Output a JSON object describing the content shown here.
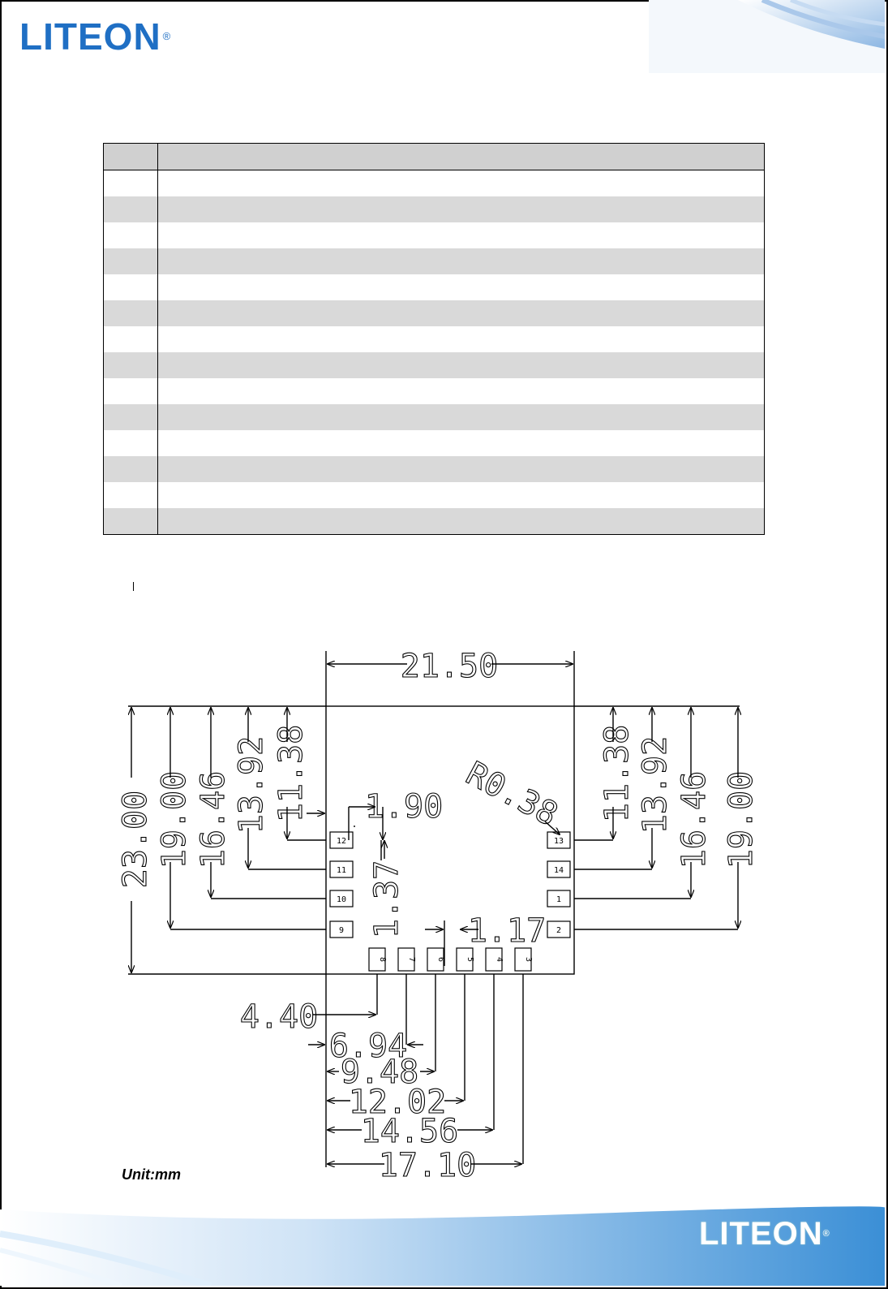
{
  "header": {
    "logo_text": "LITEON",
    "logo_mark": "®"
  },
  "table": {
    "columns": [
      "",
      ""
    ],
    "rows": [
      [
        "",
        ""
      ],
      [
        "",
        ""
      ],
      [
        "",
        ""
      ],
      [
        "",
        ""
      ],
      [
        "",
        ""
      ],
      [
        "",
        ""
      ],
      [
        "",
        ""
      ],
      [
        "",
        ""
      ],
      [
        "",
        ""
      ],
      [
        "",
        ""
      ],
      [
        "",
        ""
      ],
      [
        "",
        ""
      ],
      [
        "",
        ""
      ],
      [
        "",
        ""
      ]
    ]
  },
  "drawing": {
    "width": "21.50",
    "left_dims": [
      "23.00",
      "19.00",
      "16.46",
      "13.92",
      "11.38"
    ],
    "right_dims": [
      "11.38",
      "13.92",
      "16.46",
      "19.00"
    ],
    "pad_pitch": "1.90",
    "pad_height": "1.37",
    "pad_width": "1.17",
    "corner_radius": "R0.38",
    "bottom_dims": [
      "4.40",
      "6.94",
      "9.48",
      "12.02",
      "14.56",
      "17.10"
    ],
    "left_pins": [
      "12",
      "11",
      "10",
      "9"
    ],
    "right_pins": [
      "13",
      "14",
      "1",
      "2"
    ],
    "bottom_pins": [
      "8",
      "7",
      "6",
      "5",
      "4",
      "3"
    ]
  },
  "unit": "Unit:mm",
  "footer": {
    "logo_text": "LITEON",
    "logo_mark": "®"
  },
  "colors": {
    "brand": "#1f6fc4",
    "table_header": "#d0d0d0",
    "table_alt_row": "#d9d9d9"
  }
}
